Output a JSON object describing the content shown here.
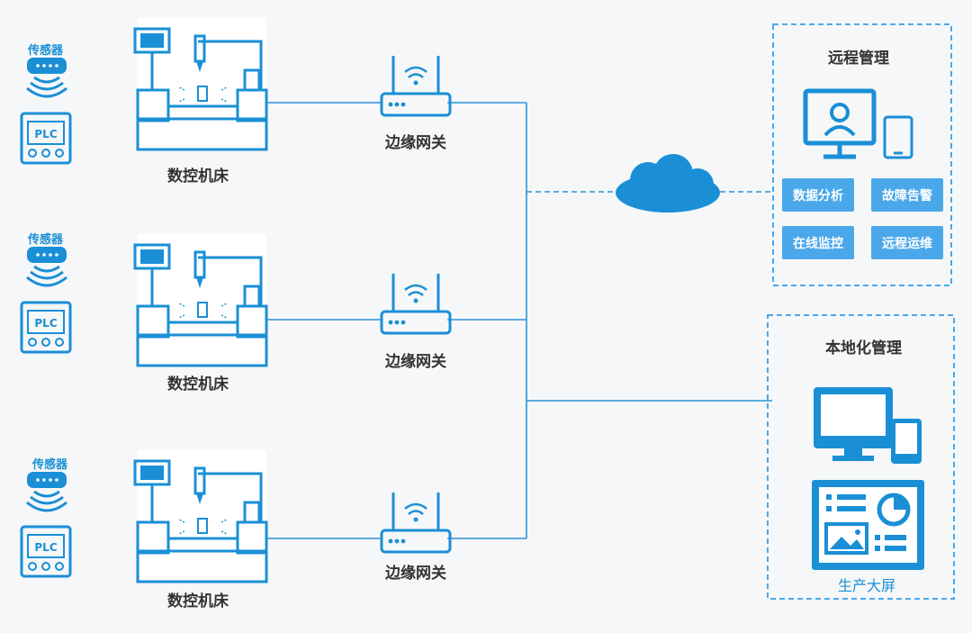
{
  "rows": [
    {
      "sensor_label": "传感器",
      "plc_label": "PLC",
      "machine_label": "数控机床",
      "gateway_label": "边缘网关"
    },
    {
      "sensor_label": "传感器",
      "plc_label": "PLC",
      "machine_label": "数控机床",
      "gateway_label": "边缘网关"
    },
    {
      "sensor_label": "传感器",
      "plc_label": "PLC",
      "machine_label": "数控机床",
      "gateway_label": "边缘网关"
    }
  ],
  "remote": {
    "title": "远程管理",
    "buttons": [
      "数据分析",
      "故障告警",
      "在线监控",
      "远程运维"
    ]
  },
  "local": {
    "title": "本地化管理",
    "screen_label": "生产大屏"
  },
  "colors": {
    "accent": "#1a8fd6",
    "button": "#4aa8ea",
    "line": "#2a93d8",
    "background": "#f6f7f8"
  }
}
